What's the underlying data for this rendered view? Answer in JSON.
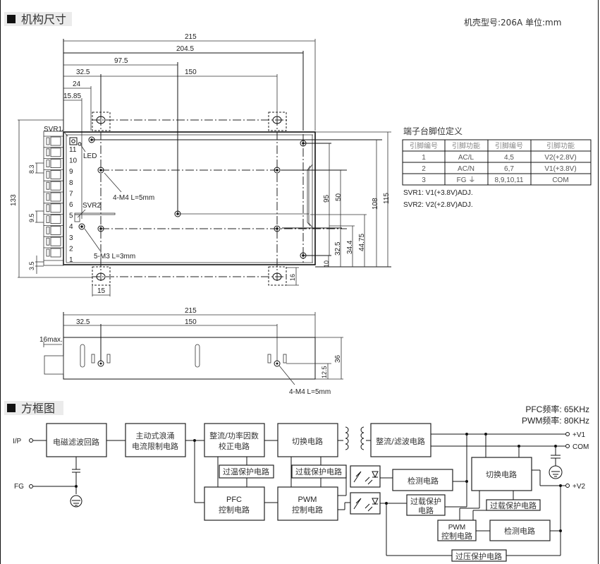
{
  "mechanical": {
    "section_title": "机构尺寸",
    "case_info": "机壳型号:206A   单位:mm",
    "top_view": {
      "dim_215": "215",
      "dim_204_5": "204.5",
      "dim_97_5": "97.5",
      "dim_32_5": "32.5",
      "dim_150": "150",
      "dim_24": "24",
      "dim_15_85": "15.85",
      "dim_133": "133",
      "dim_8_3": "8.3",
      "dim_9_5": "9.5",
      "dim_3_5": "3.5",
      "dim_15": "15",
      "dim_16": "16",
      "dim_95": "95",
      "dim_50": "50",
      "dim_108": "108",
      "dim_115": "115",
      "dim_10": "10",
      "dim_32_5_v": "32.5",
      "dim_34_4": "34.4",
      "dim_44_75": "44.75",
      "svr1": "SVR1",
      "svr2": "SVR2",
      "led": "LED",
      "m4_note": "4-M4 L=5mm",
      "m3_note": "5-M3 L=3mm",
      "pins": [
        "11",
        "10",
        "9",
        "8",
        "7",
        "6",
        "5",
        "4",
        "3",
        "2",
        "1"
      ]
    },
    "side_view": {
      "dim_215": "215",
      "dim_32_5": "32.5",
      "dim_150": "150",
      "dim_16max": "16max.",
      "dim_36": "36",
      "dim_12_5": "12.5",
      "m4_note": "4-M4 L=5mm"
    },
    "pin_table": {
      "title": "端子台脚位定义",
      "headers": [
        "引脚编号",
        "引脚功能",
        "引脚编号",
        "引脚功能"
      ],
      "rows": [
        [
          "1",
          "AC/L",
          "4,5",
          "V2(+2.8V)"
        ],
        [
          "2",
          "AC/N",
          "6,7",
          "V1(+3.8V)"
        ],
        [
          "3",
          "FG ⏚",
          "8,9,10,11",
          "COM"
        ]
      ],
      "notes": [
        "SVR1: V1(+3.8V)ADJ.",
        "SVR2: V2(+2.8V)ADJ."
      ]
    }
  },
  "block_diagram": {
    "section_title": "方框图",
    "pfc_freq": "PFC频率: 65KHz",
    "pwm_freq": "PWM频率: 80KHz",
    "ip_label": "I/P",
    "fg_label": "FG",
    "out_v1": "+V1",
    "out_com": "COM",
    "out_v2": "+V2",
    "blocks": {
      "emi": "电磁滤波回路",
      "inrush_1": "主动式浪涌",
      "inrush_2": "电流限制电路",
      "pfc_rect_1": "整流/功率因数",
      "pfc_rect_2": "校正电路",
      "switch1": "切换电路",
      "rect_filter": "整流/滤波电路",
      "otp": "过温保护电路",
      "olp1": "过载保护电路",
      "pfc_ctrl_1": "PFC",
      "pfc_ctrl_2": "控制电路",
      "pwm_ctrl_1": "PWM",
      "pwm_ctrl_2": "控制电路",
      "detect1": "检测电路",
      "olp2_1": "过载保护",
      "olp2_2": "电路",
      "switch2": "切换电路",
      "olp3": "过载保护电路",
      "pwm2_1": "PWM",
      "pwm2_2": "控制电路",
      "detect2": "检测电路",
      "ovp": "过压保护电路"
    }
  }
}
